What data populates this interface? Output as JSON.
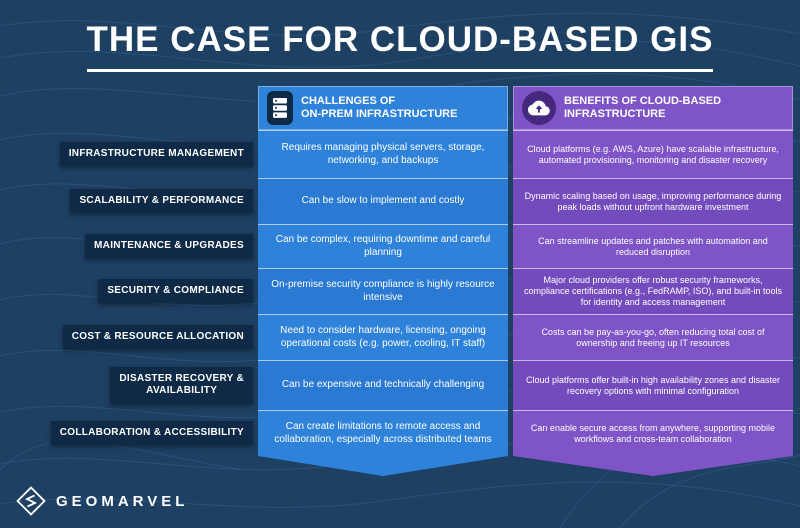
{
  "title": "THE CASE FOR CLOUD-BASED GIS",
  "columns": {
    "challenges": {
      "label": "CHALLENGES OF\nON-PREM INFRASTRUCTURE",
      "icon": "server-icon",
      "color": "#2e82da"
    },
    "benefits": {
      "label": "BENEFITS OF CLOUD-BASED\nINFRASTRUCTURE",
      "icon": "cloud-upload-icon",
      "color": "#7e54c6"
    }
  },
  "rows": [
    {
      "label": "INFRASTRUCTURE MANAGEMENT",
      "challenge": "Requires managing physical servers, storage, networking, and backups",
      "benefit": "Cloud platforms (e.g. AWS, Azure) have scalable infrastructure, automated provisioning, monitoring and disaster recovery"
    },
    {
      "label": "SCALABILITY & PERFORMANCE",
      "challenge": "Can be slow to implement and costly",
      "benefit": "Dynamic scaling based on usage, improving performance during peak loads without upfront hardware investment"
    },
    {
      "label": "MAINTENANCE & UPGRADES",
      "challenge": "Can be complex, requiring downtime and careful planning",
      "benefit": "Can streamline updates and patches with automation and reduced disruption"
    },
    {
      "label": "SECURITY & COMPLIANCE",
      "challenge": "On-premise security compliance is highly resource intensive",
      "benefit": "Major cloud providers offer robust security frameworks, compliance certifications (e.g., FedRAMP, ISO), and built-in tools for identity and access management"
    },
    {
      "label": "COST & RESOURCE ALLOCATION",
      "challenge": "Need to consider hardware, licensing, ongoing operational costs (e.g. power, cooling, IT staff)",
      "benefit": "Costs can be pay-as-you-go, often reducing total cost of ownership and freeing up IT resources"
    },
    {
      "label": "DISASTER RECOVERY &\nAVAILABILITY",
      "challenge": "Can be expensive and technically challenging",
      "benefit": "Cloud platforms offer built-in high availability zones and disaster recovery options with minimal configuration"
    },
    {
      "label": "COLLABORATION & ACCESSIBILITY",
      "challenge": "Can create limitations to remote access and collaboration, especially across distributed teams",
      "benefit": "Can enable secure access from anywhere, supporting mobile workflows and cross-team collaboration"
    }
  ],
  "footer": {
    "logo_text": "GEOMARVEL"
  },
  "theme": {
    "background": "#1e4063",
    "challenge_blue": "#2e82da",
    "benefit_purple": "#7e54c6",
    "label_navy": "#0f2a47",
    "text": "#ffffff"
  }
}
